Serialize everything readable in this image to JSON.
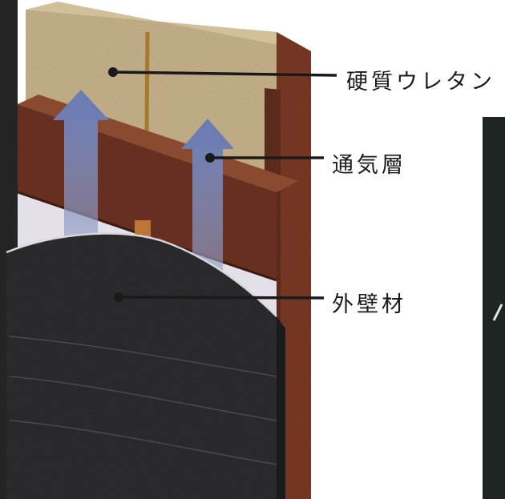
{
  "labels": {
    "urethane": "硬質ウレタン",
    "air_layer": "通気層",
    "siding": "外壁材"
  },
  "colors": {
    "urethane": "#c9b58c",
    "batten": "#6b3222",
    "post": "#7a3b24",
    "sheathing": "#e9e4ee",
    "siding": "#2c2c2e",
    "arrow": "#7381ad",
    "leader": "#1a1a1a",
    "dark_panel": "#1e2522"
  }
}
